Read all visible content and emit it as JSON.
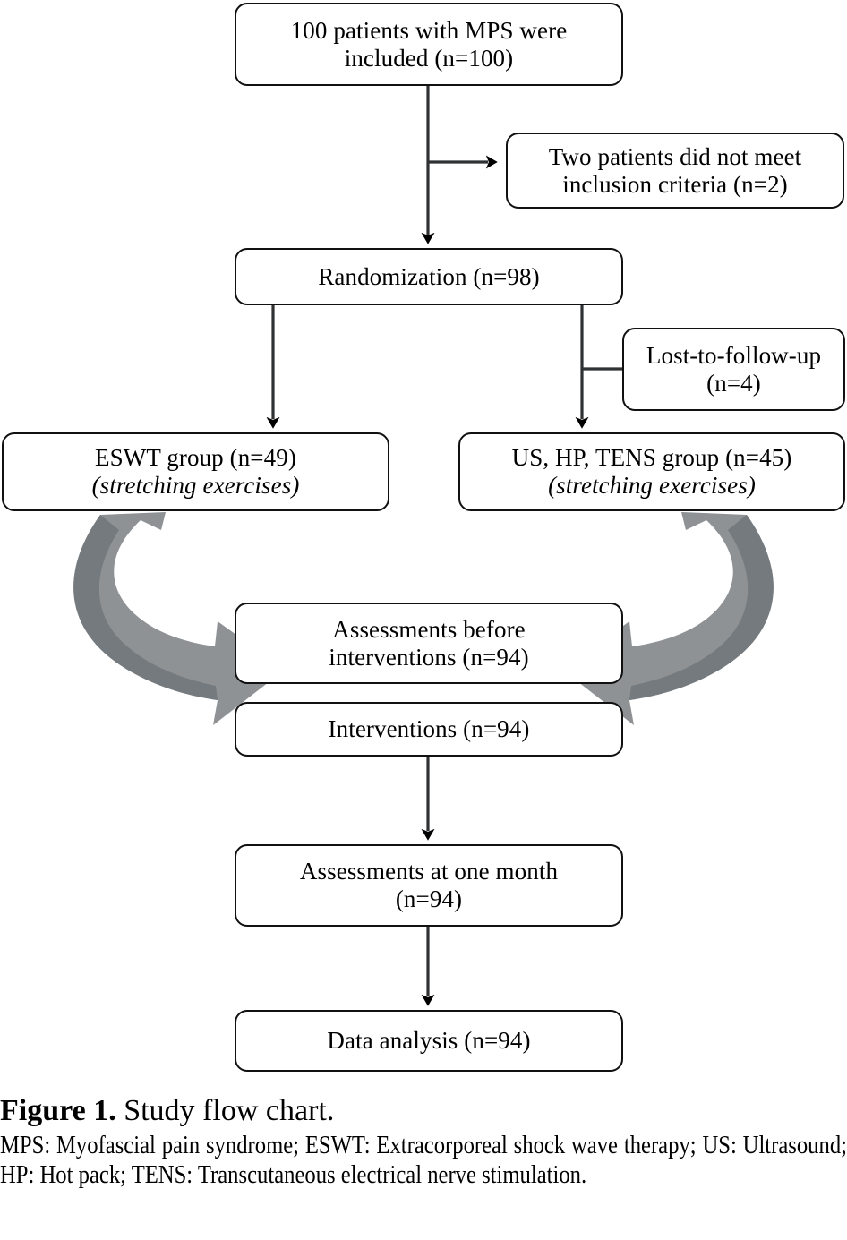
{
  "figure": {
    "label": "Figure 1.",
    "title": "Study flow chart.",
    "abbreviations": "MPS: Myofascial pain syndrome; ESWT: Extracorporeal shock wave therapy; US: Ultrasound; HP: Hot pack; TENS: Transcutaneous electrical nerve stimulation."
  },
  "colors": {
    "box_border": "#111111",
    "arrow_line": "#000000",
    "curved_arrow_fill": "#8e9295",
    "curved_arrow_shade": "#6f7478",
    "background": "#ffffff"
  },
  "chart_data": {
    "type": "flowchart",
    "title": "Study flow chart",
    "nodes": [
      {
        "id": "included",
        "line1": "100 patients with MPS were",
        "line2": "included (n=100)",
        "n": 100
      },
      {
        "id": "notmeet",
        "line1": "Two patients did not meet",
        "line2": "inclusion criteria (n=2)",
        "n": 2
      },
      {
        "id": "random",
        "line1": "Randomization (n=98)",
        "line2": "",
        "n": 98
      },
      {
        "id": "lost",
        "line1": "Lost-to-follow-up",
        "line2": "(n=4)",
        "n": 4
      },
      {
        "id": "eswt",
        "line1": "ESWT group (n=49)",
        "line2": "(stretching exercises)",
        "n": 49
      },
      {
        "id": "ushp",
        "line1": "US, HP, TENS group (n=45)",
        "line2": "(stretching exercises)",
        "n": 45
      },
      {
        "id": "assess_before",
        "line1": "Assessments before",
        "line2": "interventions (n=94)",
        "n": 94
      },
      {
        "id": "interventions",
        "line1": "Interventions (n=94)",
        "line2": "",
        "n": 94
      },
      {
        "id": "assess_month",
        "line1": "Assessments at one month",
        "line2": "(n=94)",
        "n": 94
      },
      {
        "id": "data_analysis",
        "line1": "Data analysis (n=94)",
        "line2": "",
        "n": 94
      }
    ],
    "edges": [
      {
        "from": "included",
        "to": "random",
        "style": "straight-arrow"
      },
      {
        "from": "included",
        "to": "notmeet",
        "style": "branch-arrow"
      },
      {
        "from": "random",
        "to": "eswt",
        "style": "straight-arrow"
      },
      {
        "from": "random",
        "to": "ushp",
        "style": "straight-arrow"
      },
      {
        "from": "random",
        "to": "lost",
        "style": "branch-plain"
      },
      {
        "from": "eswt",
        "to": "assess_before",
        "style": "curved-block-arrow"
      },
      {
        "from": "ushp",
        "to": "assess_before",
        "style": "curved-block-arrow"
      },
      {
        "from": "assess_before",
        "to": "interventions",
        "style": "adjacent"
      },
      {
        "from": "interventions",
        "to": "assess_month",
        "style": "straight-arrow"
      },
      {
        "from": "assess_month",
        "to": "data_analysis",
        "style": "straight-arrow"
      }
    ]
  }
}
